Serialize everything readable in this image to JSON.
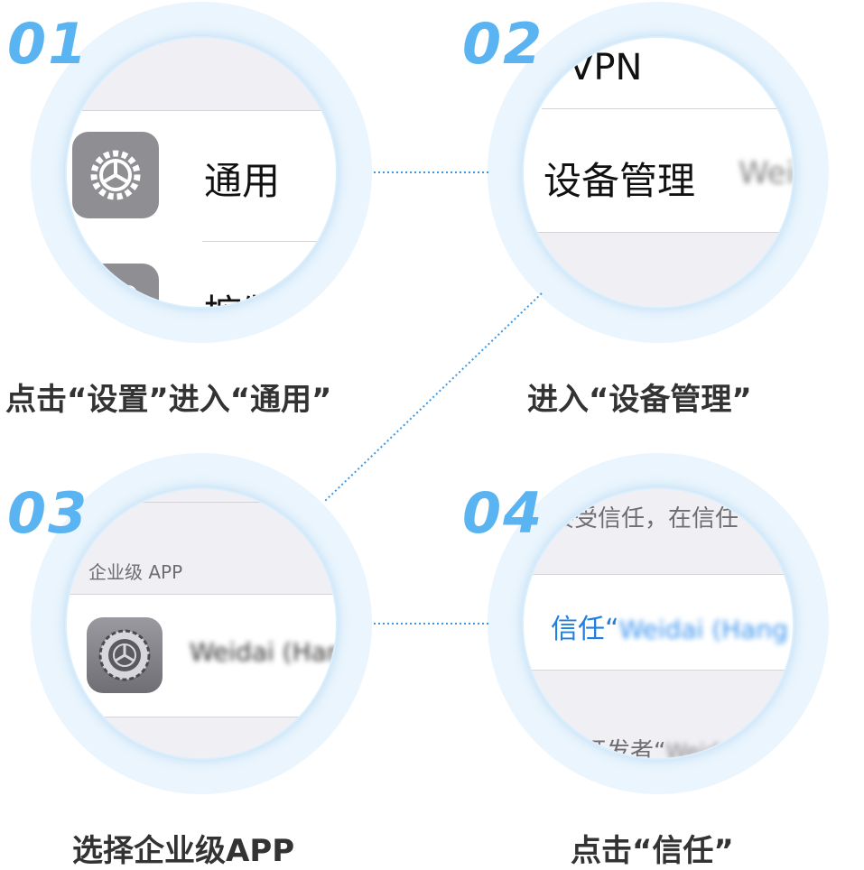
{
  "steps": [
    {
      "number": "01",
      "caption": "点击“设置”进入“通用”",
      "screen": {
        "row_general": "通用",
        "row_control": "控制"
      }
    },
    {
      "number": "02",
      "caption": "进入“设备管理”",
      "screen": {
        "row_vpn": "VPN",
        "row_device_mgmt": "设备管理",
        "row_detail": "Weidai"
      }
    },
    {
      "number": "03",
      "caption": "选择企业级APP",
      "screen": {
        "section_header": "企业级 APP",
        "row_app": "Weidai (Hang"
      }
    },
    {
      "number": "04",
      "caption": "点击“信任”",
      "screen": {
        "top_text": "接受信任，在信任",
        "trust_prefix": "信任“",
        "trust_name": "Weidai (Hang",
        "bottom_text": "自开发者“",
        "bottom_blur": "Weid"
      }
    }
  ],
  "colors": {
    "accent": "#5ab4f2",
    "ios_blue": "#1f7fe0",
    "connector": "#3a98e6"
  },
  "icons": [
    "gear-icon",
    "control-center-icon",
    "settings-gear-icon"
  ]
}
